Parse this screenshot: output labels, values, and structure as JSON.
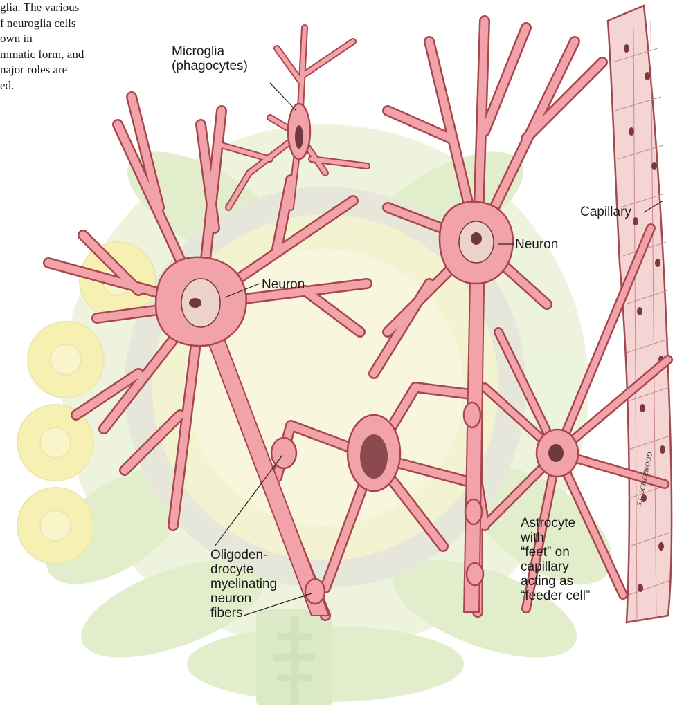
{
  "caption": {
    "lines": [
      "glia. The various",
      "f neuroglia cells",
      "own in",
      "mmatic form, and",
      "najor roles are",
      "ed."
    ]
  },
  "labels": {
    "microglia": [
      "Microglia",
      "(phagocytes)"
    ],
    "capillary": "Capillary",
    "neuron_left": "Neuron",
    "neuron_right": "Neuron",
    "oligodendrocyte": [
      "Oligoden-",
      "drocyte",
      "myelinating",
      "neuron",
      "fibers"
    ],
    "astrocyte": [
      "Astrocyte",
      "with",
      "“feet” on",
      "capillary",
      "acting as",
      "“feeder cell”"
    ]
  },
  "signature": "S.L. SCHERWOOD",
  "colors": {
    "cell_fill": "#f2a3aa",
    "cell_outline": "#a8464e",
    "capillary_fill": "#f6d6d6",
    "watermark_green": "#dce9c4",
    "watermark_yellow": "#f4f0b8"
  }
}
